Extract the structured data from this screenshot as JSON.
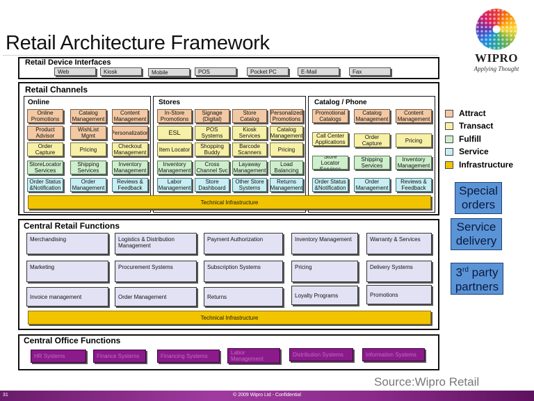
{
  "title": "Retail Architecture Framework",
  "logo": {
    "name": "WIPRO",
    "tagline": "Applying Thought"
  },
  "device_interfaces": {
    "label": "Retail Device Interfaces",
    "items": [
      "Web",
      "Kiosk",
      "Mobile",
      "POS",
      "Pocket PC",
      "E-Mail",
      "Fax"
    ]
  },
  "channels": {
    "label": "Retail Channels",
    "online": {
      "label": "Online",
      "cells": [
        [
          "Online Promotions",
          "Catalog Management",
          "Content Management"
        ],
        [
          "Product Advisor",
          "WishList Mgmt",
          "Personalization"
        ],
        [
          "Order Capture",
          "Pricing",
          "Checkout Management"
        ],
        [
          "StoreLocator Services",
          "Shipping Services",
          "Inventory Management"
        ],
        [
          "Order Status &Notification",
          "Order Management",
          "Reviews & Feedback"
        ]
      ]
    },
    "stores": {
      "label": "Stores",
      "cells": [
        [
          "In-Store Promotions",
          "Signage (Digital)",
          "Store Catalog",
          "Personalized Promotions"
        ],
        [
          "ESL",
          "POS Systems",
          "Kiosk Services",
          "Catalog Management"
        ],
        [
          "Item Locator",
          "Shopping Buddy",
          "Barcode Scanners",
          "Pricing"
        ],
        [
          "Inventory Management",
          "Cross Channel Svc",
          "Layaway Management",
          "Load Balancing"
        ],
        [
          "Labor Management",
          "Store Dashboard",
          "Other Store Systems",
          "Returns Management"
        ]
      ]
    },
    "catalog_phone": {
      "label": "Catalog / Phone",
      "cells": [
        [
          "Promotional Catalogs",
          "Catalog Management",
          "Content Management"
        ],
        [
          "Call Center Applications",
          "Order Capture",
          "Pricing"
        ],
        [
          "Store Locator Services",
          "Shipping Services",
          "Inventory Management"
        ],
        [
          "Order Status &Notification",
          "Order Management",
          "Reviews & Feedback"
        ]
      ]
    },
    "tech_infra": "Technical Infrastructure"
  },
  "central_retail": {
    "label": "Central Retail Functions",
    "cells": [
      [
        "Merchandising",
        "Logistics & Distribution Management",
        "Payment Authorization",
        "Inventory Management",
        "Warranty & Services"
      ],
      [
        "Marketing",
        "Procurement Systems",
        "Subscription Systems",
        "Pricing",
        "Delivery Systems"
      ],
      [
        "Invoice management",
        "Order Management",
        "Returns",
        "Loyalty Programs",
        "Promotions"
      ]
    ],
    "tech_infra": "Technical Infrastructure"
  },
  "central_office": {
    "label": "Central Office Functions",
    "items": [
      "HR Systems",
      "Finance Systems",
      "Financing Systems",
      "Labor Management",
      "Distribution Systems",
      "Information Systems"
    ]
  },
  "legend": [
    {
      "label": "Attract",
      "color": "#f3c9a4"
    },
    {
      "label": "Transact",
      "color": "#f7f0a7"
    },
    {
      "label": "Fulfill",
      "color": "#cfeecd"
    },
    {
      "label": "Service",
      "color": "#c8eef2"
    },
    {
      "label": "Infrastructure",
      "color": "#f2c400"
    }
  ],
  "callouts": {
    "special_orders": "Special orders",
    "service_delivery": "Service delivery",
    "third_party_num": "3",
    "third_party_sup": "rd",
    "third_party_rest": " party partners"
  },
  "source": "Source:Wipro Retail",
  "footer": "© 2009 Wipro Ltd - Confidential",
  "page_number": "31"
}
